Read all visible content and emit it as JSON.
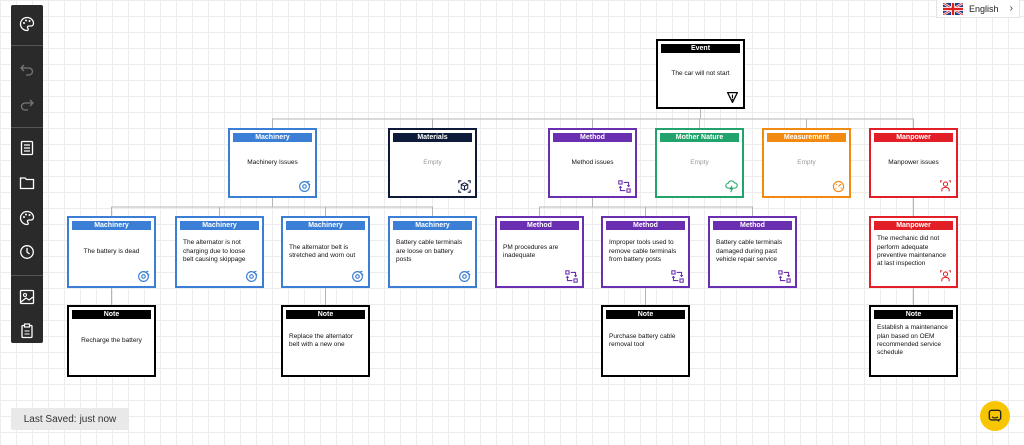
{
  "language": {
    "label": "English",
    "flag_icon": "uk-flag-icon"
  },
  "toolbar": [
    {
      "name": "palette-button",
      "icon": "palette-icon"
    },
    {
      "name": "undo-button",
      "icon": "undo-icon"
    },
    {
      "name": "redo-button",
      "icon": "redo-icon"
    },
    {
      "name": "list-button",
      "icon": "list-icon"
    },
    {
      "name": "folder-button",
      "icon": "folder-icon"
    },
    {
      "name": "theme-button",
      "icon": "palette-icon"
    },
    {
      "name": "history-button",
      "icon": "clock-icon"
    },
    {
      "name": "image-button",
      "icon": "image-icon"
    },
    {
      "name": "clipboard-button",
      "icon": "clipboard-icon"
    }
  ],
  "colors": {
    "event": "#000000",
    "machinery": "#3a7fd5",
    "materials": "#0e1a3a",
    "method": "#6a2fb0",
    "mother_nature": "#22a36b",
    "measurement": "#f28a12",
    "manpower": "#e21f26",
    "note": "#000000",
    "wire": "#b5b5b5"
  },
  "diagram": {
    "nodes": [
      {
        "id": "event",
        "header": "Event",
        "text": "The car will not start",
        "color": "event",
        "icon": "warning-icon",
        "align": "center"
      },
      {
        "id": "machinery",
        "header": "Machinery",
        "text": "Machinery Issues",
        "color": "machinery",
        "icon": "gear-icon",
        "align": "center"
      },
      {
        "id": "materials",
        "header": "Materials",
        "text": "Empty",
        "color": "materials",
        "icon": "cube-icon",
        "align": "center",
        "empty": true
      },
      {
        "id": "method",
        "header": "Method",
        "text": "Method issues",
        "color": "method",
        "icon": "process-icon",
        "align": "center"
      },
      {
        "id": "mother",
        "header": "Mother Nature",
        "text": "Empty",
        "color": "mother_nature",
        "icon": "cloud-icon",
        "align": "center",
        "empty": true
      },
      {
        "id": "measurement",
        "header": "Measurement",
        "text": "Empty",
        "color": "measurement",
        "icon": "gauge-icon",
        "align": "center",
        "empty": true
      },
      {
        "id": "manpower",
        "header": "Manpower",
        "text": "Manpower issues",
        "color": "manpower",
        "icon": "people-icon",
        "align": "center"
      },
      {
        "id": "m1",
        "header": "Machinery",
        "text": "The battery is dead",
        "color": "machinery",
        "icon": "gear-icon",
        "align": "center"
      },
      {
        "id": "m2",
        "header": "Machinery",
        "text": "The alternator is not charging due to loose belt causing skippage",
        "color": "machinery",
        "icon": "gear-icon",
        "align": "left"
      },
      {
        "id": "m3",
        "header": "Machinery",
        "text": "The alternator belt is stretched and worn out",
        "color": "machinery",
        "icon": "gear-icon",
        "align": "left"
      },
      {
        "id": "m4",
        "header": "Machinery",
        "text": "Battery cable terminals are loose on battery posts",
        "color": "machinery",
        "icon": "gear-icon",
        "align": "left"
      },
      {
        "id": "me1",
        "header": "Method",
        "text": "PM procedures are inadequate",
        "color": "method",
        "icon": "process-icon",
        "align": "left"
      },
      {
        "id": "me2",
        "header": "Method",
        "text": "Improper tools used to remove cable terminals from battery posts",
        "color": "method",
        "icon": "process-icon",
        "align": "left"
      },
      {
        "id": "me3",
        "header": "Method",
        "text": "Battery cable terminals damaged during past vehicle repair service",
        "color": "method",
        "icon": "process-icon",
        "align": "left"
      },
      {
        "id": "mp1",
        "header": "Manpower",
        "text": "The mechanic did not perform adequate preventive maintenance at last inspection",
        "color": "manpower",
        "icon": "people-icon",
        "align": "left"
      },
      {
        "id": "n1",
        "header": "Note",
        "text": "Recharge the battery",
        "color": "note",
        "icon": "",
        "align": "center"
      },
      {
        "id": "n2",
        "header": "Note",
        "text": "Replace the alternator belt with a new one",
        "color": "note",
        "icon": "",
        "align": "left"
      },
      {
        "id": "n3",
        "header": "Note",
        "text": "Purchase battery cable removal tool",
        "color": "note",
        "icon": "",
        "align": "left"
      },
      {
        "id": "n4",
        "header": "Note",
        "text": "Establish a maintenance plan based on OEM recommended service schedule",
        "color": "note",
        "icon": "",
        "align": "left"
      }
    ],
    "edges": [
      [
        "event",
        "machinery"
      ],
      [
        "event",
        "materials"
      ],
      [
        "event",
        "method"
      ],
      [
        "event",
        "mother"
      ],
      [
        "event",
        "measurement"
      ],
      [
        "event",
        "manpower"
      ],
      [
        "machinery",
        "m1"
      ],
      [
        "machinery",
        "m2"
      ],
      [
        "machinery",
        "m3"
      ],
      [
        "machinery",
        "m4"
      ],
      [
        "method",
        "me1"
      ],
      [
        "method",
        "me2"
      ],
      [
        "method",
        "me3"
      ],
      [
        "manpower",
        "mp1"
      ],
      [
        "m1",
        "n1"
      ],
      [
        "m3",
        "n2"
      ],
      [
        "me2",
        "n3"
      ],
      [
        "mp1",
        "n4"
      ]
    ]
  },
  "status": {
    "label": "Last Saved:",
    "value": "just now"
  },
  "chat": {
    "icon": "chat-icon"
  }
}
